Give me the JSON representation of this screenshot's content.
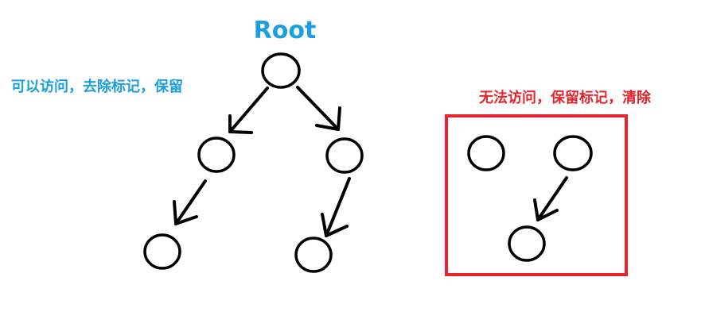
{
  "diagram": {
    "root_label": "Root",
    "reachable_caption": "可以访问，去除标记，保留",
    "unreachable_caption": "无法访问，保留标记，清除",
    "colors": {
      "root_label": "#1a9fe0",
      "reachable_caption": "#1a9fe0",
      "unreachable_caption": "#e8232b",
      "unreachable_box": "#e8232b",
      "nodes": "#000000"
    }
  }
}
